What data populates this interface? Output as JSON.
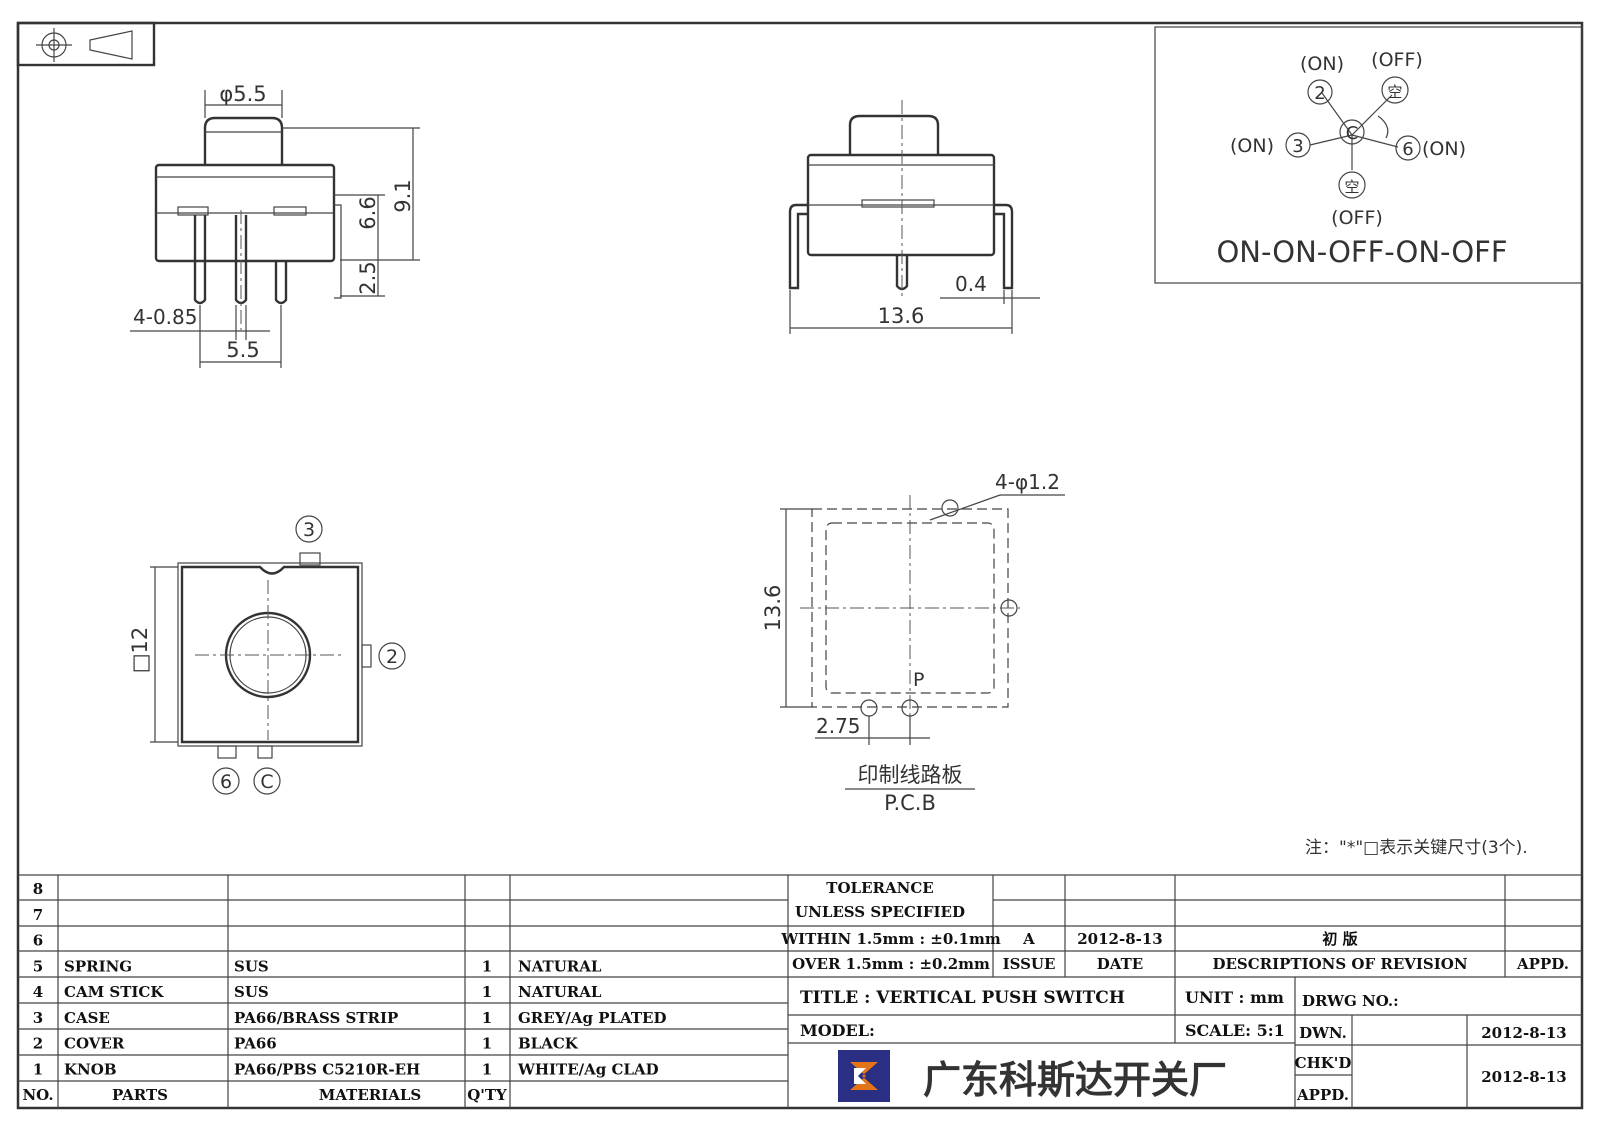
{
  "dims": {
    "knob_dia": "φ5.5",
    "height_total": "9.1",
    "height_body": "6.6",
    "pin_len": "2.5",
    "pin_dim": "4-0.85",
    "pin_pitch": "5.5",
    "width": "13.6",
    "pin_thk": "0.4",
    "square": "□12",
    "hole_dim": "4-φ1.2",
    "pcb_h": "13.6",
    "pcb_off": "2.75",
    "pcb_p": "P"
  },
  "pins": {
    "p3": "3",
    "p2": "2",
    "p6": "6",
    "pc": "C"
  },
  "pcb_label_cn": "印制线路板",
  "pcb_label_en": "P.C.B",
  "schematic": {
    "on2": "(ON)",
    "off_tr": "(OFF)",
    "on3": "(ON)",
    "on6": "(ON)",
    "off_b": "(OFF)",
    "n2": "2",
    "n3": "3",
    "n6": "6",
    "nc": "C",
    "kong": "空",
    "sequence": "ON-ON-OFF-ON-OFF"
  },
  "note": "注：\"*\"□表示关键尺寸(3个).",
  "parts": [
    {
      "no": "8",
      "part": "",
      "material": "",
      "qty": "",
      "finish": ""
    },
    {
      "no": "7",
      "part": "",
      "material": "",
      "qty": "",
      "finish": ""
    },
    {
      "no": "6",
      "part": "",
      "material": "",
      "qty": "",
      "finish": ""
    },
    {
      "no": "5",
      "part": "SPRING",
      "material": "SUS",
      "qty": "1",
      "finish": "NATURAL"
    },
    {
      "no": "4",
      "part": "CAM STICK",
      "material": "SUS",
      "qty": "1",
      "finish": "NATURAL"
    },
    {
      "no": "3",
      "part": "CASE",
      "material": "PA66/BRASS STRIP",
      "qty": "1",
      "finish": "GREY/Ag PLATED"
    },
    {
      "no": "2",
      "part": "COVER",
      "material": "PA66",
      "qty": "1",
      "finish": "BLACK"
    },
    {
      "no": "1",
      "part": "KNOB",
      "material": "PA66/PBS C5210R-EH",
      "qty": "1",
      "finish": "WHITE/Ag CLAD"
    }
  ],
  "parts_header": {
    "no": "NO.",
    "part": "PARTS",
    "material": "MATERIALS",
    "qty": "Q'TY"
  },
  "tolerance": {
    "l1": "TOLERANCE",
    "l2": "UNLESS  SPECIFIED",
    "l3": "WITHIN 1.5mm : ±0.1mm",
    "l4": "OVER 1.5mm : ±0.2mm"
  },
  "revision": {
    "issue": "A",
    "date": "2012-8-13",
    "desc": "初  版",
    "h_issue": "ISSUE",
    "h_date": "DATE",
    "h_desc": "DESCRIPTIONS OF REVISION",
    "h_appd": "APPD."
  },
  "title_block": {
    "title": "TITLE :  VERTICAL PUSH SWITCH",
    "unit": "UNIT :  mm",
    "drwg": "DRWG NO.:",
    "model": "MODEL:",
    "scale": "SCALE:  5:1",
    "dwn": "DWN.",
    "dwn_date": "2012-8-13",
    "chkd": "CHK'D",
    "chk_date": "2012-8-13",
    "appd": "APPD.",
    "company": "广东科斯达开关厂"
  },
  "colors": {
    "logo_blue": "#2b2f83",
    "logo_orange": "#e3741a"
  }
}
